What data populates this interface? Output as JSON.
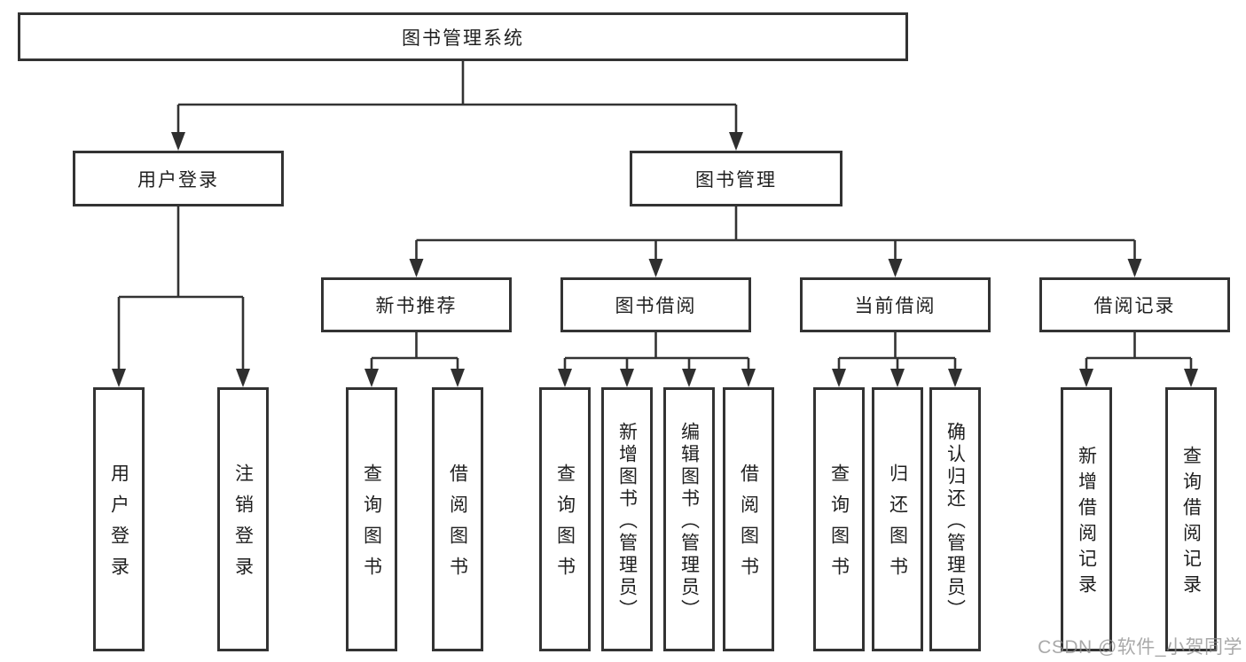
{
  "tree": {
    "root": {
      "label": "图书管理系统"
    },
    "branches": [
      {
        "label": "用户登录",
        "children": [
          {
            "label": "用户登录"
          },
          {
            "label": "注销登录"
          }
        ]
      },
      {
        "label": "图书管理",
        "children": [
          {
            "label": "新书推荐",
            "children": [
              {
                "label": "查询图书"
              },
              {
                "label": "借阅图书"
              }
            ]
          },
          {
            "label": "图书借阅",
            "children": [
              {
                "label": "查询图书"
              },
              {
                "label": "新增图书（管理员）"
              },
              {
                "label": "编辑图书（管理员）"
              },
              {
                "label": "借阅图书"
              }
            ]
          },
          {
            "label": "当前借阅",
            "children": [
              {
                "label": "查询图书"
              },
              {
                "label": "归还图书"
              },
              {
                "label": "确认归还（管理员）"
              }
            ]
          },
          {
            "label": "借阅记录",
            "children": [
              {
                "label": "新增借阅记录"
              },
              {
                "label": "查询借阅记录"
              }
            ]
          }
        ]
      }
    ]
  },
  "watermark": {
    "text": "CSDN @软件_小贺同学"
  },
  "colors": {
    "line": "#333333",
    "box_border": "#333333",
    "text": "#1f1f1f",
    "watermark": "#8c8c8c",
    "background": "#ffffff"
  }
}
